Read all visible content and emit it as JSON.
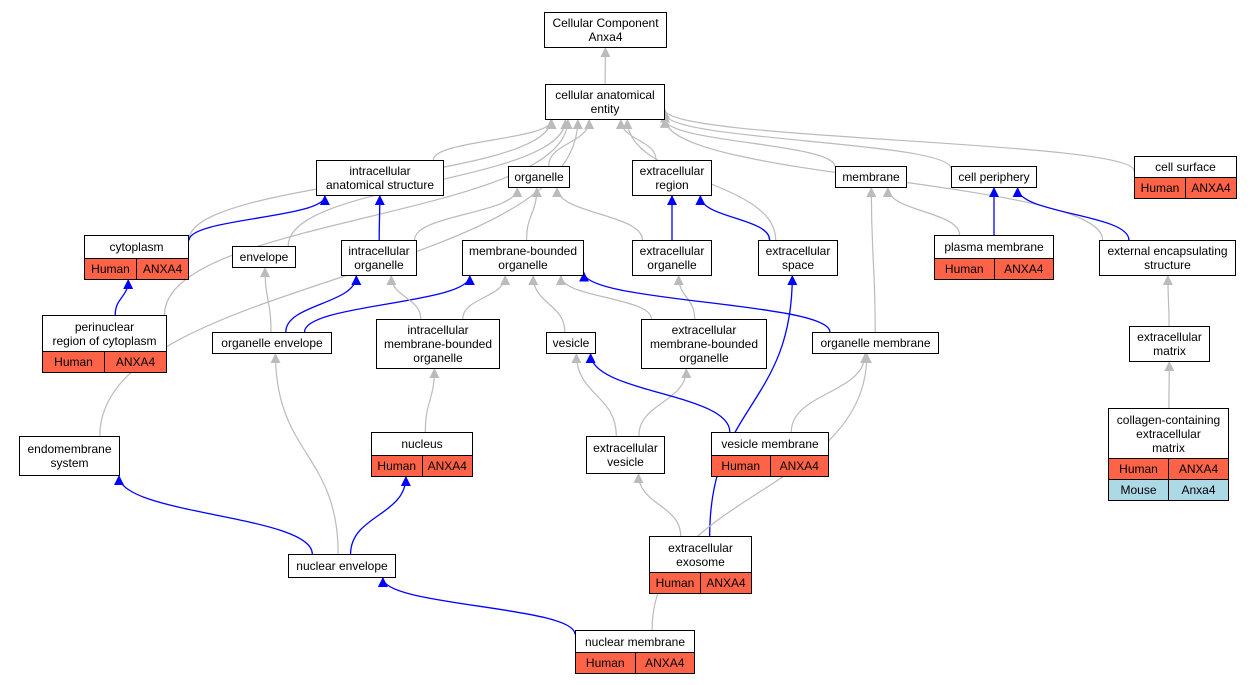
{
  "colors": {
    "human": "#ff6347",
    "mouse": "#add8e6",
    "is_a_edge": "#bbbbbb",
    "part_of_edge": "#0000ff"
  },
  "nodes": {
    "root": {
      "label": "Cellular Component\nAnxa4"
    },
    "cae": {
      "label": "cellular anatomical\nentity"
    },
    "ias": {
      "label": "intracellular\nanatomical structure"
    },
    "organelle": {
      "label": "organelle"
    },
    "ecr": {
      "label": "extracellular\nregion"
    },
    "membrane": {
      "label": "membrane"
    },
    "cellper": {
      "label": "cell periphery"
    },
    "cellsurf": {
      "label": "cell surface",
      "ann": [
        [
          "Human",
          "ANXA4"
        ]
      ]
    },
    "cytoplasm": {
      "label": "cytoplasm",
      "ann": [
        [
          "Human",
          "ANXA4"
        ]
      ]
    },
    "envelope": {
      "label": "envelope"
    },
    "icorg": {
      "label": "intracellular\norganelle"
    },
    "mbo": {
      "label": "membrane-bounded\norganelle"
    },
    "ecorg": {
      "label": "extracellular\norganelle"
    },
    "ecspace": {
      "label": "extracellular\nspace"
    },
    "plasma": {
      "label": "plasma membrane",
      "ann": [
        [
          "Human",
          "ANXA4"
        ]
      ]
    },
    "ees": {
      "label": "external encapsulating\nstructure"
    },
    "perinuc": {
      "label": "perinuclear\nregion of cytoplasm",
      "ann": [
        [
          "Human",
          "ANXA4"
        ]
      ]
    },
    "orgenv": {
      "label": "organelle envelope"
    },
    "imbo": {
      "label": "intracellular\nmembrane-bounded\norganelle"
    },
    "vesicle": {
      "label": "vesicle"
    },
    "embo": {
      "label": "extracellular\nmembrane-bounded\norganelle"
    },
    "orgmem": {
      "label": "organelle membrane"
    },
    "ecm": {
      "label": "extracellular\nmatrix"
    },
    "endomem": {
      "label": "endomembrane\nsystem"
    },
    "nucleus": {
      "label": "nucleus",
      "ann": [
        [
          "Human",
          "ANXA4"
        ]
      ]
    },
    "ecves": {
      "label": "extracellular\nvesicle"
    },
    "vesmem": {
      "label": "vesicle membrane",
      "ann": [
        [
          "Human",
          "ANXA4"
        ]
      ]
    },
    "collagen": {
      "label": "collagen-containing\nextracellular\nmatrix",
      "ann": [
        [
          "Human",
          "ANXA4"
        ],
        [
          "Mouse",
          "Anxa4"
        ]
      ]
    },
    "nucenv": {
      "label": "nuclear envelope"
    },
    "exosome": {
      "label": "extracellular\nexosome",
      "ann": [
        [
          "Human",
          "ANXA4"
        ]
      ]
    },
    "nucmem": {
      "label": "nuclear membrane",
      "ann": [
        [
          "Human",
          "ANXA4"
        ]
      ]
    }
  },
  "edges": [
    {
      "from": "cae",
      "to": "root",
      "type": "is_a"
    },
    {
      "from": "ias",
      "to": "cae",
      "type": "is_a"
    },
    {
      "from": "organelle",
      "to": "cae",
      "type": "is_a"
    },
    {
      "from": "ecr",
      "to": "cae",
      "type": "is_a"
    },
    {
      "from": "membrane",
      "to": "cae",
      "type": "is_a"
    },
    {
      "from": "cellper",
      "to": "cae",
      "type": "is_a"
    },
    {
      "from": "cellsurf",
      "to": "cae",
      "type": "is_a"
    },
    {
      "from": "cytoplasm",
      "to": "cae",
      "type": "is_a"
    },
    {
      "from": "envelope",
      "to": "cae",
      "type": "is_a"
    },
    {
      "from": "ecspace",
      "to": "cae",
      "type": "is_a"
    },
    {
      "from": "ees",
      "to": "cae",
      "type": "is_a"
    },
    {
      "from": "perinuc",
      "to": "cae",
      "type": "is_a"
    },
    {
      "from": "endomem",
      "to": "cae",
      "type": "is_a"
    },
    {
      "from": "cytoplasm",
      "to": "ias",
      "type": "part_of"
    },
    {
      "from": "icorg",
      "to": "ias",
      "type": "part_of"
    },
    {
      "from": "icorg",
      "to": "organelle",
      "type": "is_a"
    },
    {
      "from": "mbo",
      "to": "organelle",
      "type": "is_a"
    },
    {
      "from": "ecorg",
      "to": "organelle",
      "type": "is_a"
    },
    {
      "from": "ecorg",
      "to": "ecr",
      "type": "part_of"
    },
    {
      "from": "ecspace",
      "to": "ecr",
      "type": "part_of"
    },
    {
      "from": "plasma",
      "to": "membrane",
      "type": "is_a"
    },
    {
      "from": "orgmem",
      "to": "membrane",
      "type": "is_a"
    },
    {
      "from": "plasma",
      "to": "cellper",
      "type": "part_of"
    },
    {
      "from": "ees",
      "to": "cellper",
      "type": "part_of"
    },
    {
      "from": "perinuc",
      "to": "cytoplasm",
      "type": "part_of"
    },
    {
      "from": "orgenv",
      "to": "envelope",
      "type": "is_a"
    },
    {
      "from": "orgenv",
      "to": "icorg",
      "type": "part_of"
    },
    {
      "from": "orgenv",
      "to": "mbo",
      "type": "part_of"
    },
    {
      "from": "imbo",
      "to": "icorg",
      "type": "is_a"
    },
    {
      "from": "imbo",
      "to": "mbo",
      "type": "is_a"
    },
    {
      "from": "vesicle",
      "to": "mbo",
      "type": "is_a"
    },
    {
      "from": "embo",
      "to": "mbo",
      "type": "is_a"
    },
    {
      "from": "embo",
      "to": "ecorg",
      "type": "is_a"
    },
    {
      "from": "orgmem",
      "to": "mbo",
      "type": "part_of"
    },
    {
      "from": "ecm",
      "to": "ees",
      "type": "is_a"
    },
    {
      "from": "collagen",
      "to": "ecm",
      "type": "is_a"
    },
    {
      "from": "nucleus",
      "to": "imbo",
      "type": "is_a"
    },
    {
      "from": "ecves",
      "to": "vesicle",
      "type": "is_a"
    },
    {
      "from": "ecves",
      "to": "embo",
      "type": "is_a"
    },
    {
      "from": "vesmem",
      "to": "vesicle",
      "type": "part_of"
    },
    {
      "from": "vesmem",
      "to": "orgmem",
      "type": "is_a"
    },
    {
      "from": "nucenv",
      "to": "endomem",
      "type": "part_of"
    },
    {
      "from": "nucenv",
      "to": "nucleus",
      "type": "part_of"
    },
    {
      "from": "nucenv",
      "to": "orgenv",
      "type": "is_a"
    },
    {
      "from": "exosome",
      "to": "ecves",
      "type": "is_a"
    },
    {
      "from": "exosome",
      "to": "ecspace",
      "type": "part_of"
    },
    {
      "from": "nucmem",
      "to": "nucenv",
      "type": "part_of"
    },
    {
      "from": "nucmem",
      "to": "orgmem",
      "type": "is_a"
    }
  ]
}
